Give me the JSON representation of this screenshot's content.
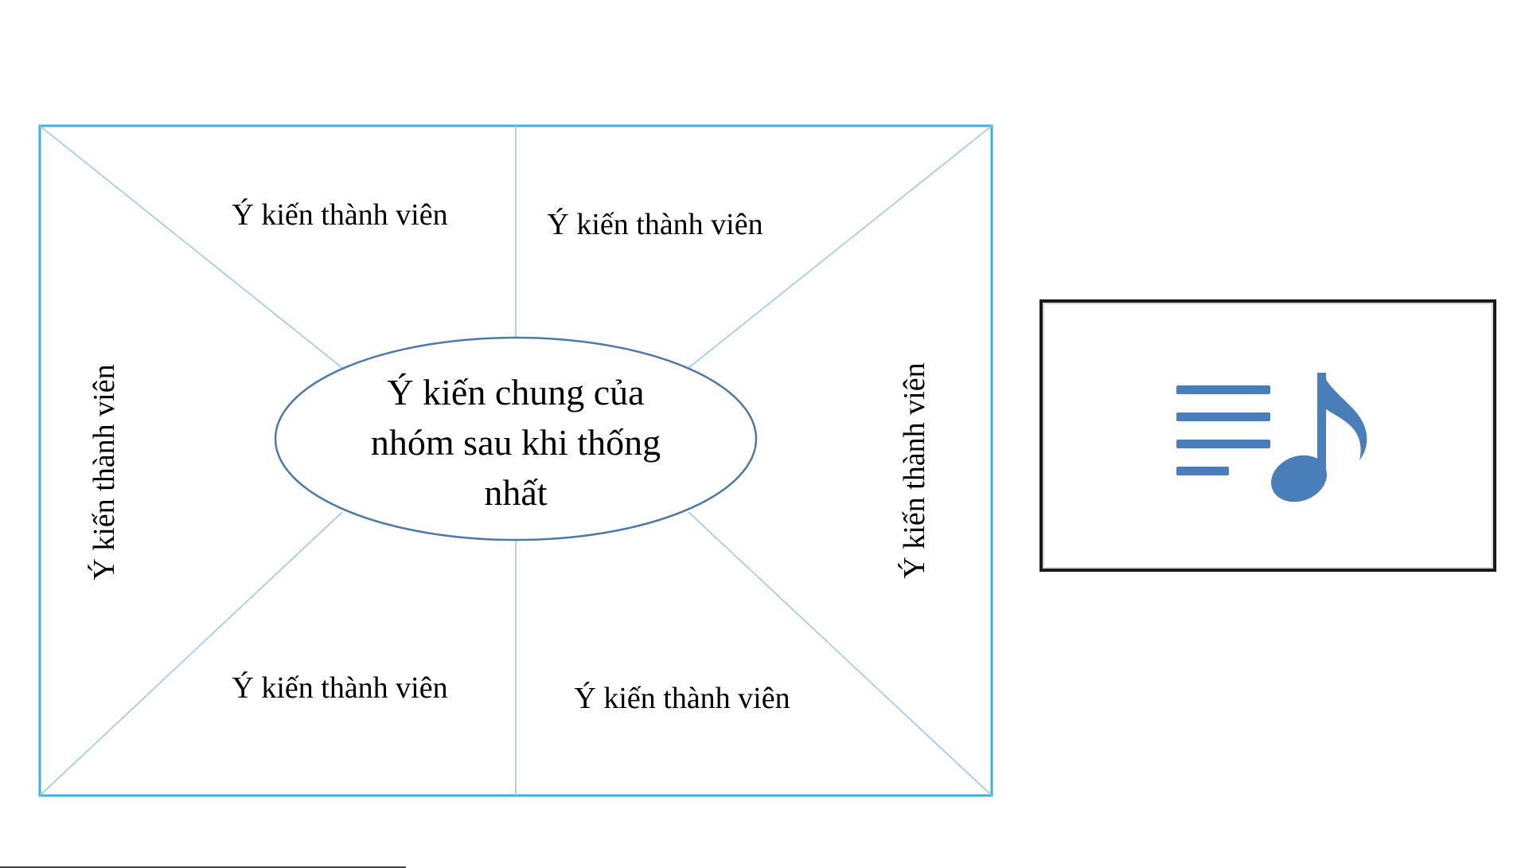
{
  "diagram": {
    "center_lines": [
      "Ý kiến chung của",
      "nhóm sau khi thống",
      "nhất"
    ],
    "member_top_left": "Ý kiến thành viên",
    "member_top_right": "Ý kiến thành viên",
    "member_left": "Ý kiến thành viên",
    "member_right": "Ý kiến thành viên",
    "member_bottom_left": "Ý kiến thành viên",
    "member_bottom_right": "Ý kiến thành viên"
  },
  "media_button": {
    "icon": "music-playlist-icon",
    "icon_color": "#4a7ebb"
  },
  "colors": {
    "frame": "#3ab0e2",
    "dividers": "#9ccae8",
    "ellipse_stroke": "#4f79a6"
  }
}
